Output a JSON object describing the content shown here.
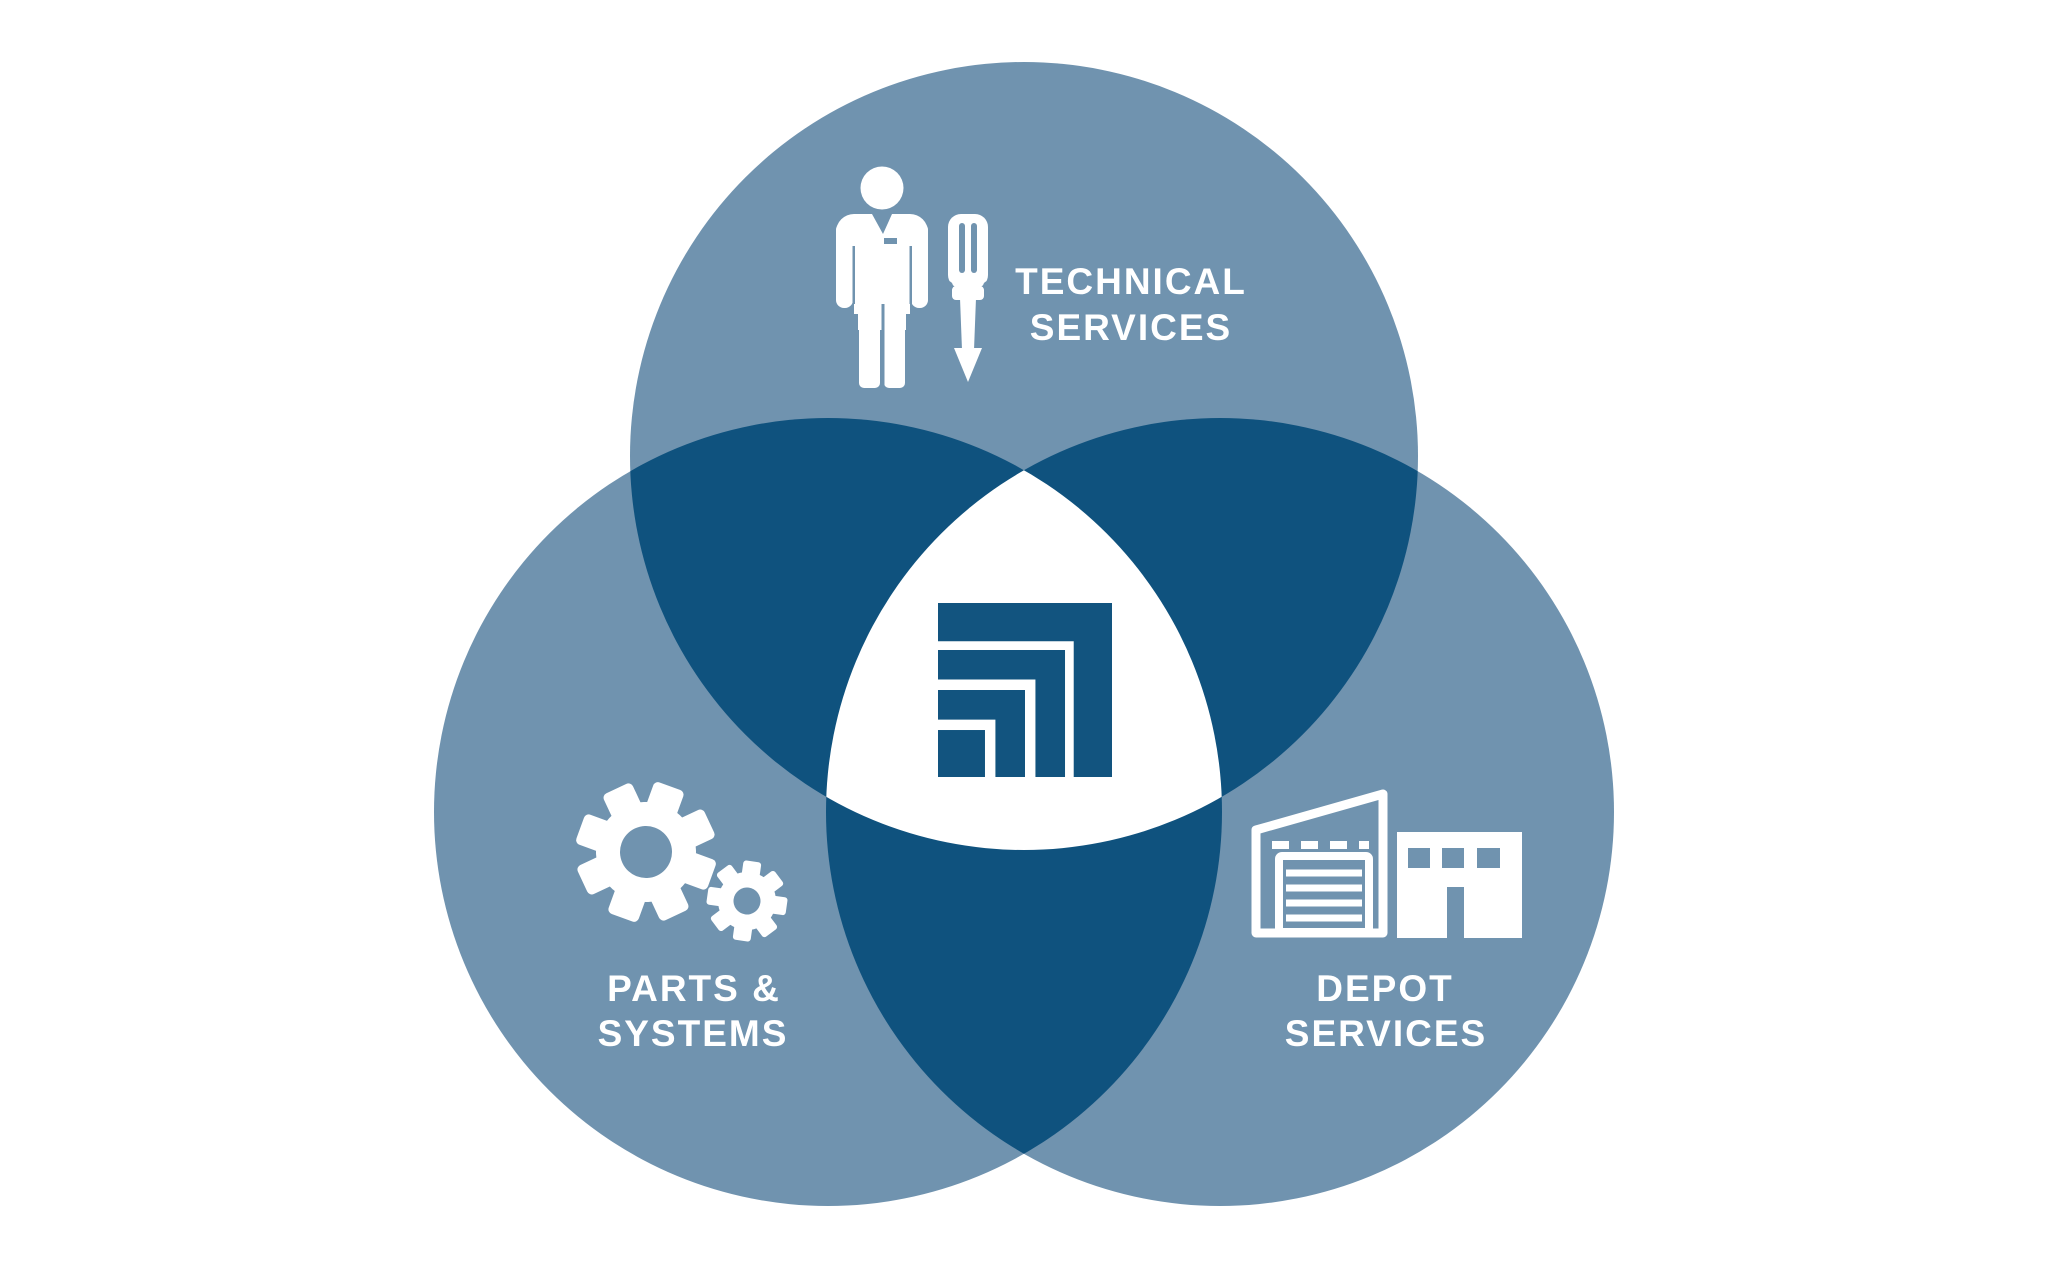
{
  "diagram": {
    "type": "venn-3-circles",
    "segments": [
      {
        "key": "technical-services",
        "line1": "TECHNICAL",
        "line2": "SERVICES",
        "icon": "technician-screwdriver-icon"
      },
      {
        "key": "parts-systems",
        "line1": "PARTS &",
        "line2": "SYSTEMS",
        "icon": "gears-icon"
      },
      {
        "key": "depot-services",
        "line1": "DEPOT",
        "line2": "SERVICES",
        "icon": "warehouse-icon"
      }
    ],
    "center_icon": "nested-squares-logo"
  },
  "colors": {
    "background": "#ffffff",
    "circle_light": "#7093AF",
    "overlap_dark": "#0F527E",
    "logo_navy": "#12547F",
    "icon_white": "#ffffff"
  }
}
